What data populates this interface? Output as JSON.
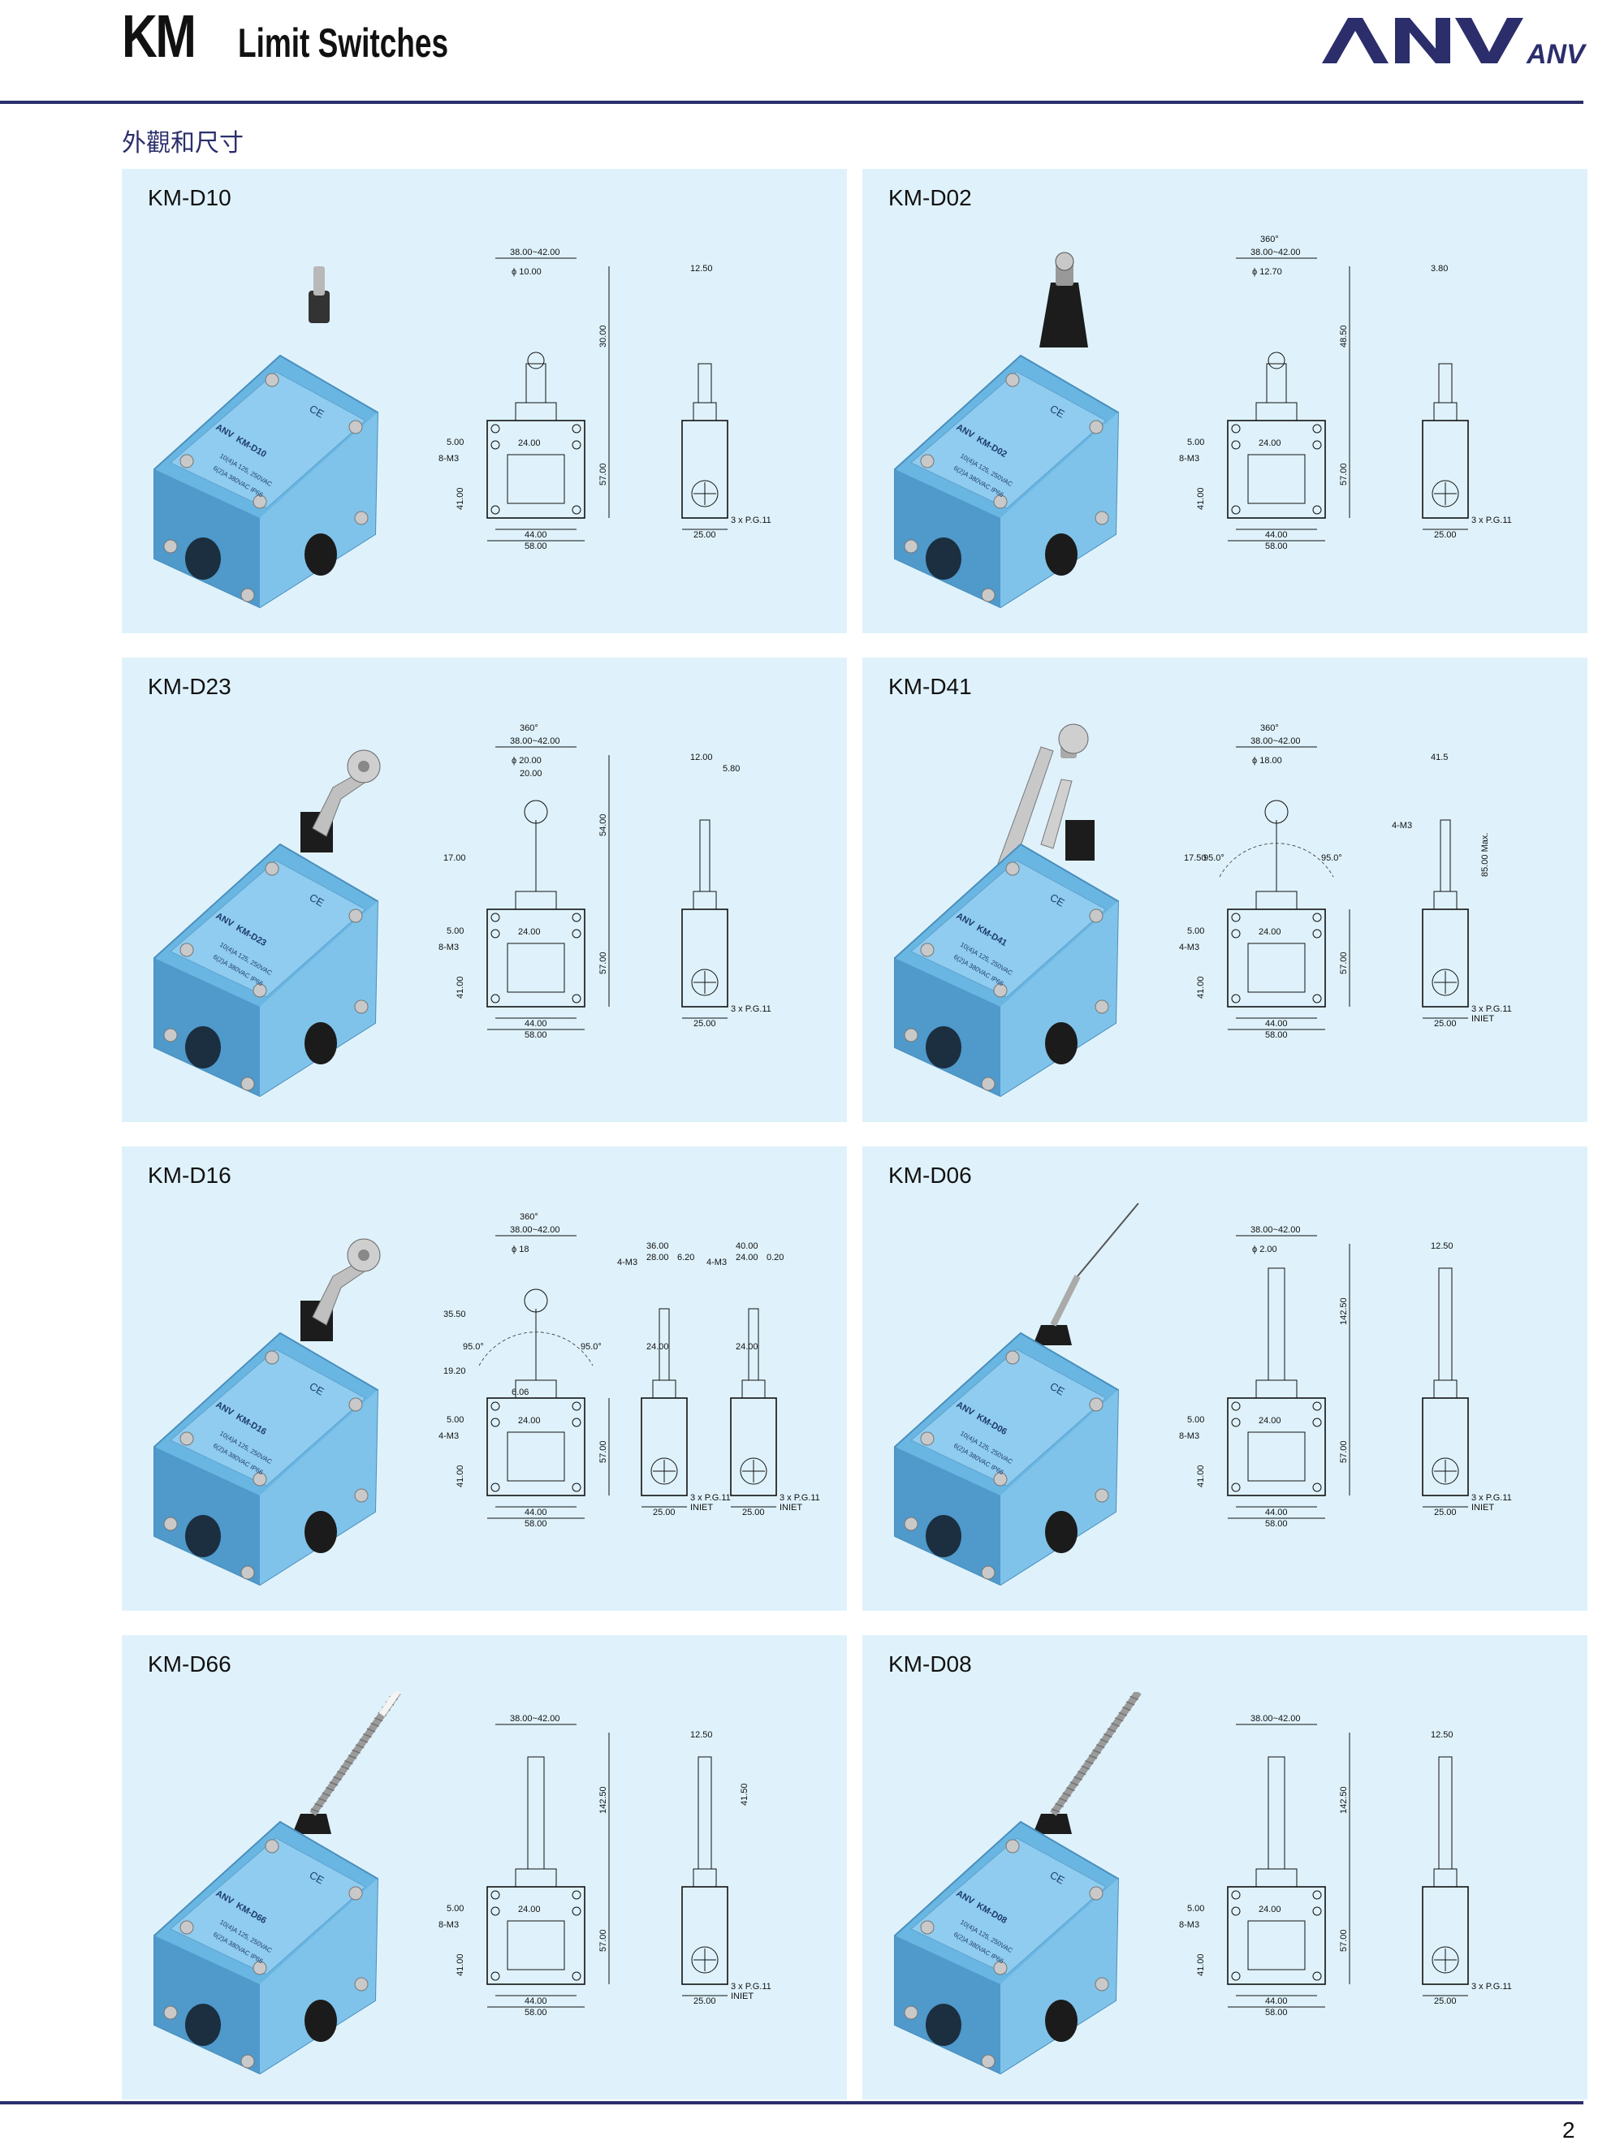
{
  "header": {
    "series": "KM",
    "title": "Limit Switches",
    "logo_text": "ANV",
    "logo_small": "ANV"
  },
  "section_title": "外觀和尺寸",
  "page_number": "2",
  "colors": {
    "panel_bg": "#dff2fb",
    "rule": "#2b2e6b",
    "switch_body": "#6ab6e3"
  },
  "panels": [
    {
      "model": "KM-D10",
      "label_top": "38.00~42.00",
      "label_phi": "ϕ 10.00",
      "h_upper": "30.00",
      "side_top": "12.50",
      "left_a": "5.00",
      "left_b": "8-M3",
      "w_inner": "24.00",
      "h_left": "41.00",
      "h_main": "57.00",
      "w_a": "44.00",
      "w_b": "58.00",
      "side_w": "25.00",
      "pg": "3 x P.G.11"
    },
    {
      "model": "KM-D02",
      "label_top": "38.00~42.00",
      "label_phi": "ϕ 12.70",
      "rot": "360°",
      "h_upper": "48.50",
      "side_top": "3.80",
      "left_a": "5.00",
      "left_b": "8-M3",
      "w_inner": "24.00",
      "h_left": "41.00",
      "h_main": "57.00",
      "w_a": "44.00",
      "w_b": "58.00",
      "side_w": "25.00",
      "pg": "3 x P.G.11"
    },
    {
      "model": "KM-D23",
      "label_top": "38.00~42.00",
      "label_phi": "ϕ 20.00",
      "rot": "360°",
      "arm_w": "20.00",
      "arm_h": "17.00",
      "h_upper": "54.00",
      "side_top": "12.00",
      "side_top2": "5.80",
      "left_a": "5.00",
      "left_b": "8-M3",
      "w_inner": "24.00",
      "h_left": "41.00",
      "h_main": "57.00",
      "w_a": "44.00",
      "w_b": "58.00",
      "side_w": "25.00",
      "pg": "3 x P.G.11"
    },
    {
      "model": "KM-D41",
      "label_top": "38.00~42.00",
      "label_phi": "ϕ 18.00",
      "rot": "360°",
      "angle_l": "95.0°",
      "angle_r": "95.0°",
      "arm_h": "17.50",
      "side_top": "41.5",
      "side_mount": "4-M3",
      "side_max": "85.00 Max.",
      "left_a": "5.00",
      "left_b": "4-M3",
      "w_inner": "24.00",
      "h_left": "41.00",
      "h_main": "57.00",
      "w_a": "44.00",
      "w_b": "58.00",
      "side_w": "25.00",
      "pg": "3 x P.G.11",
      "pg2": "INIET"
    },
    {
      "model": "KM-D16",
      "label_top": "38.00~42.00",
      "label_phi": "ϕ 18",
      "rot": "360°",
      "angle_l": "95.0°",
      "angle_r": "95.0°",
      "h_a": "35.50",
      "h_b": "19.20",
      "left_a": "5.00",
      "left_b": "4-M3",
      "w_inner": "24.00",
      "h_left": "41.00",
      "h_main": "57.00",
      "w_a": "44.00",
      "w_b": "58.00",
      "s1_top": "36.00",
      "s1_top2": "28.00",
      "s1_top3": "6.20",
      "s1_mount": "4-M3",
      "s1_inner": "24.00",
      "s2_top": "40.00",
      "s2_top2": "24.00",
      "s2_top3": "0.20",
      "s2_mount": "4-M3",
      "s2_inner": "24.00",
      "side_w": "25.00",
      "pg": "3 x P.G.11",
      "pg2": "INIET",
      "w_c": "6.06"
    },
    {
      "model": "KM-D06",
      "label_top": "38.00~42.00",
      "label_phi": "ϕ 2.00",
      "h_upper": "142.50",
      "side_top": "12.50",
      "left_a": "5.00",
      "left_b": "8-M3",
      "w_inner": "24.00",
      "h_left": "41.00",
      "h_main": "57.00",
      "w_a": "44.00",
      "w_b": "58.00",
      "side_w": "25.00",
      "pg": "3 x P.G.11",
      "pg2": "INIET"
    },
    {
      "model": "KM-D66",
      "label_top": "38.00~42.00",
      "h_upper": "142.50",
      "side_top": "12.50",
      "side_upper": "41.50",
      "left_a": "5.00",
      "left_b": "8-M3",
      "w_inner": "24.00",
      "h_left": "41.00",
      "h_main": "57.00",
      "w_a": "44.00",
      "w_b": "58.00",
      "side_w": "25.00",
      "pg": "3 x P.G.11",
      "pg2": "INIET"
    },
    {
      "model": "KM-D08",
      "label_top": "38.00~42.00",
      "h_upper": "142.50",
      "side_top": "12.50",
      "left_a": "5.00",
      "left_b": "8-M3",
      "w_inner": "24.00",
      "h_left": "41.00",
      "h_main": "57.00",
      "w_a": "44.00",
      "w_b": "58.00",
      "side_w": "25.00",
      "pg": "3 x P.G.11"
    }
  ],
  "body_print": {
    "brand": "ANV",
    "line2": "10(4)A 125, 250VAC",
    "line3": "6(2)A 380VAC IP66",
    "ce": "CE"
  }
}
